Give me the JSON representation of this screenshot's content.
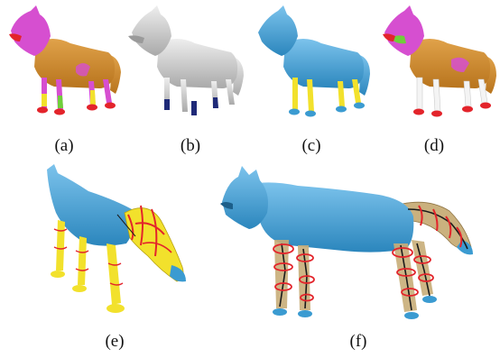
{
  "figure": {
    "panels": [
      {
        "label": "(a)"
      },
      {
        "label": "(b)"
      },
      {
        "label": "(c)"
      },
      {
        "label": "(d)"
      },
      {
        "label": "(e)"
      },
      {
        "label": "(f)"
      }
    ],
    "colors": {
      "orange": "#d08a2a",
      "magenta": "#d64fd0",
      "red": "#e3242b",
      "yellow": "#f2e12c",
      "green": "#6fcf3a",
      "gray": "#c8c8c8",
      "navy": "#1f2a78",
      "blue": "#3b9bd1",
      "tan": "#c8ad78",
      "dark_red": "#c0201a"
    }
  }
}
